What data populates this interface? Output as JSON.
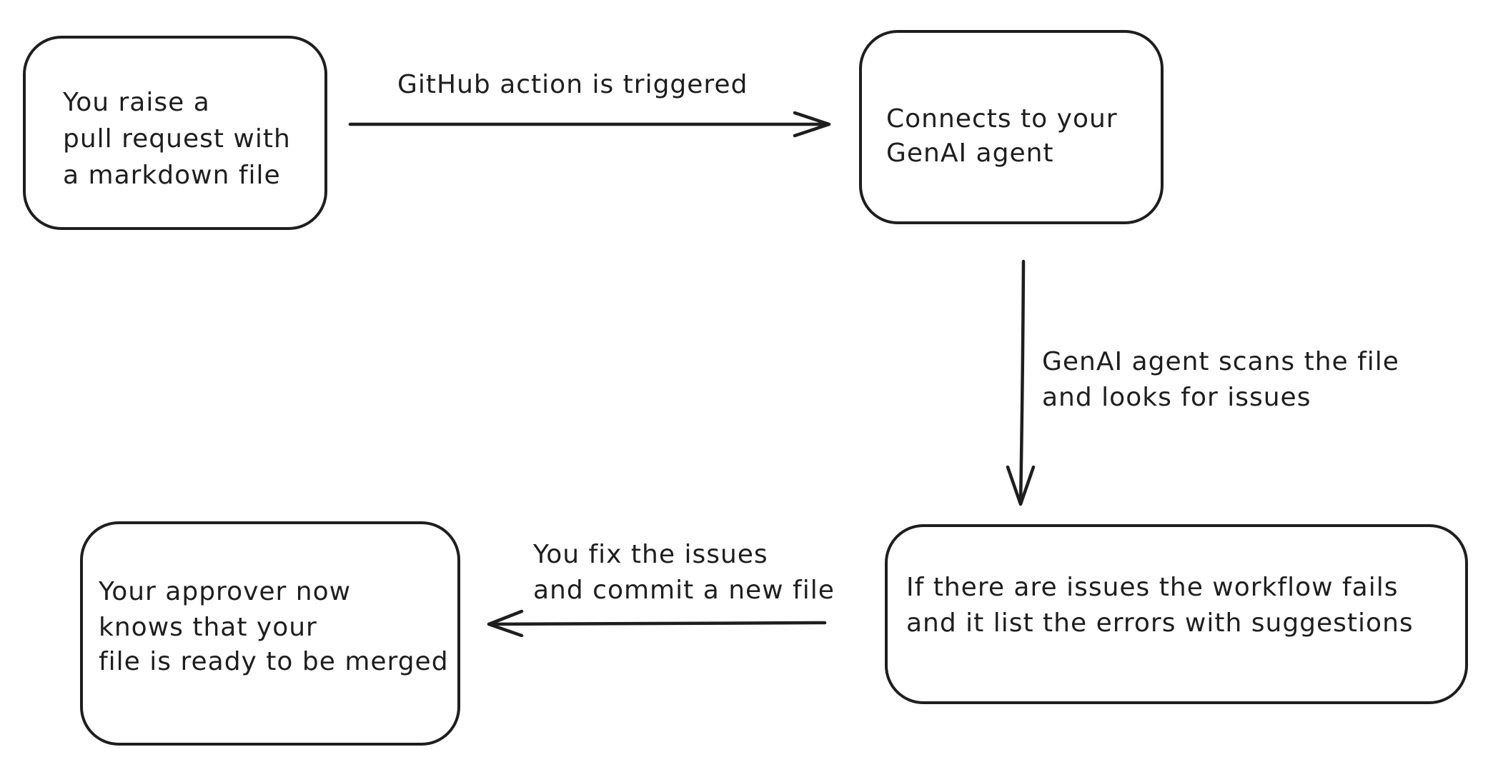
{
  "colors": {
    "ink": "#1e1e1e",
    "background": "#ffffff"
  },
  "nodes": [
    {
      "id": "pull-request",
      "lines": [
        "You raise a",
        "pull request with",
        "a markdown file"
      ]
    },
    {
      "id": "genai-connect",
      "lines": [
        "Connects to your",
        "GenAI agent"
      ]
    },
    {
      "id": "workflow-result",
      "lines": [
        "If there are issues the workflow fails",
        "and it list the errors with suggestions"
      ]
    },
    {
      "id": "approver",
      "lines": [
        "Your approver now",
        "knows that your",
        "file is ready to be merged"
      ]
    }
  ],
  "edges": [
    {
      "from": "pull-request",
      "to": "genai-connect",
      "lines": [
        "GitHub action is triggered"
      ]
    },
    {
      "from": "genai-connect",
      "to": "workflow-result",
      "lines": [
        "GenAI agent scans the file",
        "and looks for issues"
      ]
    },
    {
      "from": "workflow-result",
      "to": "approver",
      "lines": [
        "You fix the issues",
        "and commit a new file"
      ]
    }
  ]
}
